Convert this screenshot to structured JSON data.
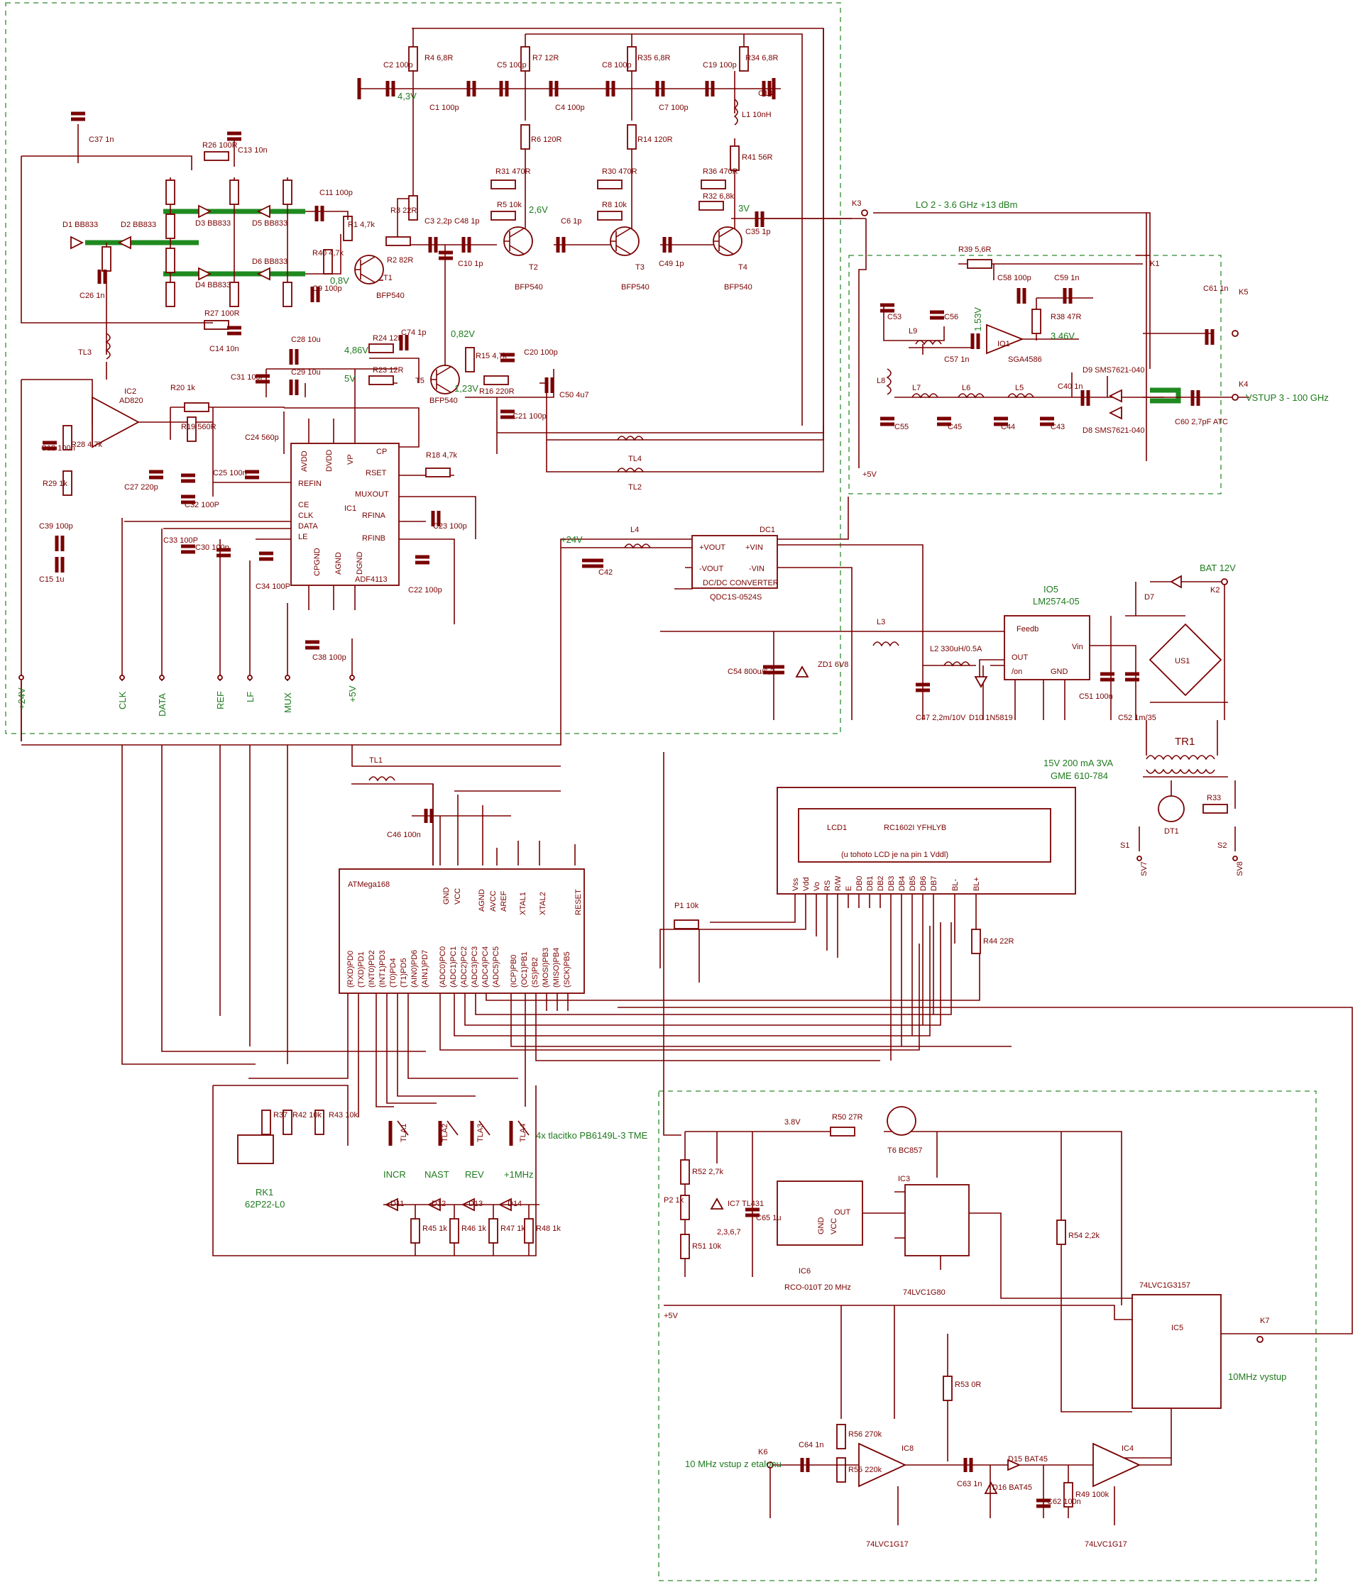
{
  "colors": {
    "wire": "#7a0000",
    "label": "#7a0000",
    "net": "#1e7a1e",
    "frame": "#2e8b2e",
    "background": "#ffffff"
  },
  "rf_section": {
    "transistors": [
      "T1",
      "T2",
      "T3",
      "T4",
      "T5"
    ],
    "transistor_type": "BFP540",
    "resistors": [
      "R1 4,7k",
      "R2 82R",
      "R3 22R",
      "R4 6,8R",
      "R7 12R",
      "R35 6,8R",
      "R34 6,8R",
      "R6 120R",
      "R14 120R",
      "R41 56R",
      "R31 470R",
      "R30 470R",
      "R36 470R",
      "R5 10k",
      "R8 10k",
      "R32 6,8k",
      "R40 4,7k",
      "R26 100R",
      "R27 100R"
    ],
    "capacitors": [
      "C2 100p",
      "C5 100p",
      "C8 100p",
      "C19 100p",
      "C1 100p",
      "C4 100p",
      "C7 100p",
      "C18",
      "C11 100p",
      "C9 100p",
      "C3 2,2p",
      "C48 1p",
      "C6 1p",
      "C49 1p",
      "C35 1p",
      "C10 1p",
      "C37 1n",
      "C13 10n",
      "C14 10n",
      "C26 1n"
    ],
    "inductor": "L1 10nH",
    "varactors": [
      "D1 BB833",
      "D2 BB833",
      "D3 BB833",
      "D4 BB833",
      "D5 BB833",
      "D6 BB833"
    ],
    "voltages": [
      "4,3V",
      "2,6V",
      "0,8V",
      "3V"
    ],
    "output_label": "LO 2 - 3.6 GHz  +13 dBm"
  },
  "pll": {
    "ic1": "IC1",
    "ic1_part": "ADF4113",
    "ic1_pins_left": [
      "REFIN",
      "CE",
      "CLK",
      "DATA",
      "LE"
    ],
    "ic1_pins_right": [
      "CP",
      "RSET",
      "MUXOUT",
      "RFINA",
      "RFINB"
    ],
    "ic1_pins_top": [
      "AVDD",
      "DVDD",
      "VP"
    ],
    "ic1_pins_bottom": [
      "CPGND",
      "AGND",
      "DGND"
    ],
    "ic2": "IC2",
    "ic2_part": "AD820",
    "r18": "R18 4,7k",
    "r20": "R20 1k",
    "r19": "R19 560R",
    "r28": "R28 4,7k",
    "r29": "R29 1k",
    "caps": [
      "C12 100n",
      "C27 220p",
      "C24 560p",
      "C25 100n",
      "C32 100P",
      "C33 100P",
      "C30 100p",
      "C34 100P",
      "C22 100p",
      "C23 100p",
      "C38 100p",
      "C39 100p",
      "C15 1u",
      "C28 10u",
      "C29 10u",
      "C31 100P",
      "C74 1p"
    ],
    "tl": [
      "TL3",
      "TL4",
      "TL2"
    ],
    "vco_buffer": [
      "R24 12R",
      "R23 12R",
      "R15 4,7k",
      "R16 220R",
      "C20 100p",
      "C21 100p",
      "C50 4u7"
    ],
    "voltages": [
      "4,86V",
      "5V",
      "0,82V",
      "1,23V"
    ]
  },
  "connector_nets": [
    "+24V",
    "CLK",
    "DATA",
    "REF",
    "LF",
    "MUX",
    "+5V"
  ],
  "mixer": {
    "k1": "K1",
    "k5": "K5",
    "k4": "K4",
    "k3": "K3",
    "input_label": "VSTUP 3 - 100 GHz",
    "amp": "IO1",
    "amp_part": "SGA4586",
    "diodes": [
      "D8 SMS7621-040",
      "D9 SMS7621-040"
    ],
    "inductors": [
      "L5",
      "L6",
      "L7",
      "L8",
      "L9"
    ],
    "caps": [
      "C53",
      "C56",
      "C57 1n",
      "C55",
      "C45",
      "C44",
      "C43",
      "C40 1n",
      "C58 100p",
      "C59 1n",
      "C61 1n",
      "C60 2,7pF ATC"
    ],
    "r38": "R38 47R",
    "r39": "R39 5,6R",
    "voltages": [
      "1.53V",
      "3.46V"
    ],
    "supply": "+5V"
  },
  "power": {
    "dc1": "DC1",
    "dc1_part": "QDC1S-0524S",
    "dc1_title": "DC/DC CONVERTER",
    "dc1_pins": [
      "+VOUT",
      "-VOUT",
      "+VIN",
      "-VIN"
    ],
    "in_24": "+24V",
    "l4": "L4",
    "c42": "C42",
    "io5": "IO5",
    "io5_part": "LM2574-05",
    "io5_pins": [
      "Feedb",
      "Vin",
      "OUT",
      "/on",
      "GND"
    ],
    "l3": "L3",
    "l2": "L2 330uH/0.5A",
    "c54": "C54 800u/6,3",
    "zd1": "ZD1 6V8",
    "c47": "C47 2,2m/10V",
    "d10": "D10 1N5819",
    "c51": "C51 100n",
    "c52": "C52 1m/35",
    "us1": "US1",
    "bat": "BAT 12V",
    "k2": "K2",
    "d7": "D7",
    "tr1": "TR1",
    "tr1_spec": "15V 200 mA 3VA",
    "tr1_part": "GME 610-784",
    "dt1": "DT1",
    "r33": "R33",
    "s1": "S1",
    "s2": "S2",
    "sv7": "SV7",
    "sv8": "SV8"
  },
  "mcu": {
    "name": "ATMega168",
    "top_pins": [
      "GND",
      "VCC",
      "AGND",
      "AVCC",
      "AREF",
      "XTAL1",
      "XTAL2",
      "RESET"
    ],
    "bottom_pins": [
      "(RXD)PD0",
      "(TXD)PD1",
      "(INT0)PD2",
      "(INT1)PD3",
      "(T0)PD4",
      "(T1)PD5",
      "(AIN0)PD6",
      "(AIN1)PD7",
      "(ADC0)PC0",
      "(ADC1)PC1",
      "(ADC2)PC2",
      "(ADC3)PC3",
      "(ADC4)PC4",
      "(ADC5)PC5",
      "(ICP)PB0",
      "(OC1)PB1",
      "(SS)PB2",
      "(MOSI)PB3",
      "(MISO)PB4",
      "(SCK)PB5"
    ],
    "tl1": "TL1",
    "c46": "C46 100n",
    "p1": "P1 10k"
  },
  "lcd": {
    "name": "LCD1",
    "part": "RC1602I YFHLYB",
    "note": "(u tohoto LCD je na pin 1 Vddl)",
    "pins": [
      "Vss",
      "Vdd",
      "Vo",
      "RS",
      "R/W",
      "E",
      "DB0",
      "DB1",
      "DB2",
      "DB3",
      "DB4",
      "DB5",
      "DB6",
      "DB7",
      "BL-",
      "BL+"
    ],
    "r44": "R44 22R"
  },
  "ui": {
    "rk1": "RK1",
    "rk1_part": "62P22-L0",
    "r37": "R37",
    "r42": "R42 10k",
    "r43": "R43 10k",
    "buttons": [
      "TLA1",
      "TLA2",
      "TLA3",
      "TLA4"
    ],
    "button_note": "4x tlacitko PB6149L-3 TME",
    "button_labels": [
      "INCR",
      "NAST",
      "REV",
      "+1MHz"
    ],
    "leds": [
      "D11",
      "D12",
      "D13",
      "D14"
    ],
    "led_res": [
      "R45 1k",
      "R46 1k",
      "R47 1k",
      "R48 1k"
    ]
  },
  "ref_section": {
    "v38": "3.8V",
    "r50": "R50 27R",
    "t6": "T6 BC857",
    "r52": "R52 2,7k",
    "p2": "P2 1k",
    "r51": "R51 10k",
    "ic7": "IC7 TL431",
    "ic7_pins": "2,3,6,7",
    "c65": "C65 1u",
    "ic6": "IC6",
    "ic6_part": "RCO-010T 20 MHz",
    "ic6_pins": [
      "GND",
      "VCC",
      "OUT"
    ],
    "ic3": "IC3",
    "ic3_part": "74LVC1G80",
    "r54": "R54 2,2k",
    "ic5": "IC5",
    "ic5_part": "74LVC1G3157",
    "k7": "K7",
    "out_label": "10MHz vystup",
    "in_label": "10 MHz vstup z etalonu",
    "k6": "K6",
    "c64": "C64 1n",
    "r56": "R56 270k",
    "r55": "R55 220k",
    "ic8": "IC8",
    "ic4": "IC4",
    "schmitt_part": "74LVC1G17",
    "r53": "R53 0R",
    "c63": "C63 1n",
    "d15": "D15 BAT45",
    "d16": "D16 BAT45",
    "c62": "C62 100n",
    "r49": "R49 100k",
    "supply": "+5V"
  }
}
